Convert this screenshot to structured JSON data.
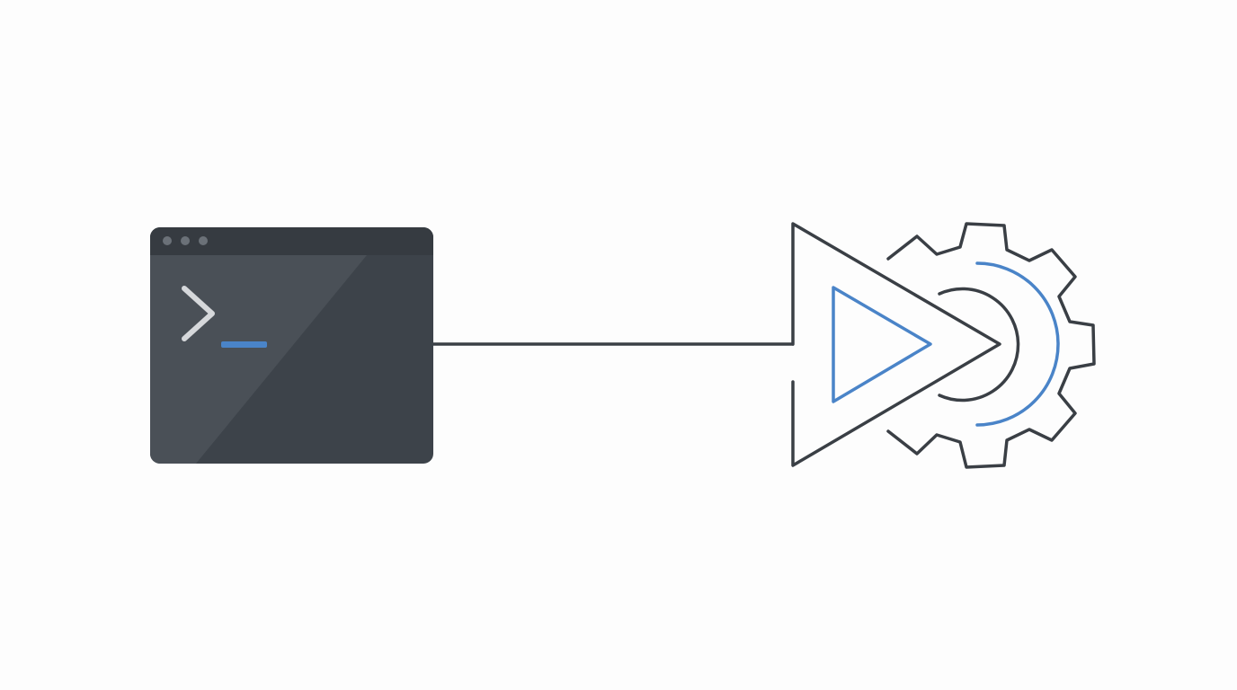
{
  "diagram": {
    "nodes": [
      {
        "id": "terminal",
        "icon": "terminal-window-icon"
      },
      {
        "id": "run-automation",
        "icon": "play-gear-icon"
      }
    ],
    "edges": [
      {
        "from": "terminal",
        "to": "run-automation"
      }
    ],
    "colors": {
      "background": "#fdfdfd",
      "terminal_body": "#3d434a",
      "terminal_titlebar": "#363b41",
      "terminal_highlight": "#4a5057",
      "window_dots": "#6b7178",
      "prompt_chevron": "#d6d8db",
      "accent_blue": "#4a84c8",
      "stroke_dark": "#3a3f45"
    }
  }
}
